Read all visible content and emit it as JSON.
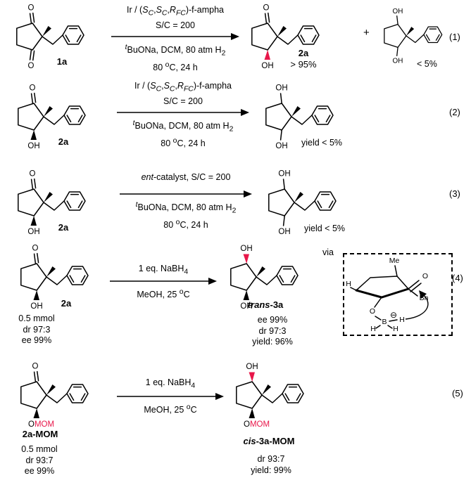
{
  "colors": {
    "highlight_red": "#e8174a"
  },
  "atoms": {
    "O": "O",
    "OH": "OH",
    "MOM": "MOM",
    "Me": "Me",
    "Bn": "Bn",
    "B": "B",
    "H": "H",
    "minus": "⊖"
  },
  "eq1": {
    "number": "(1)",
    "reactant_label": "1a",
    "cond_above": [
      "Ir / (<i>S<sub>C</sub></i>,<i>S<sub>C</sub></i>,<i>R<sub>FC</sub></i>)-f-ampha",
      "S/C = 200"
    ],
    "cond_below": [
      "<sup><i>t</i></sup>BuONa, DCM, 80 atm H<sub>2</sub>",
      "80 <sup>o</sup>C, 24 h"
    ],
    "product1_label": "2a",
    "product1_yield": "> 95%",
    "plus": "+",
    "product2_yield": "< 5%"
  },
  "eq2": {
    "number": "(2)",
    "reactant_label": "2a",
    "cond_above": [
      "Ir / (<i>S<sub>C</sub></i>,<i>S<sub>C</sub></i>,<i>R<sub>FC</sub></i>)-f-ampha",
      "S/C = 200"
    ],
    "cond_below": [
      "<sup><i>t</i></sup>BuONa, DCM, 80 atm H<sub>2</sub>",
      "80 <sup>o</sup>C, 24 h"
    ],
    "product_yield": "yield < 5%"
  },
  "eq3": {
    "number": "(3)",
    "reactant_label": "2a",
    "cond_above": [
      "<i>ent</i>-catalyst, S/C = 200"
    ],
    "cond_below": [
      "<sup><i>t</i></sup>BuONa, DCM, 80 atm H<sub>2</sub>",
      "80 <sup>o</sup>C, 24 h"
    ],
    "product_yield": "yield < 5%"
  },
  "eq4": {
    "number": "(4)",
    "reactant_label": "2a",
    "reactant_stats": [
      "0.5 mmol",
      "dr 97:3",
      "ee 99%"
    ],
    "cond_above": [
      "1 eq. NaBH<sub>4</sub>"
    ],
    "cond_below": [
      "MeOH, 25 <sup>o</sup>C"
    ],
    "product_label": "<i>trans</i>-3a",
    "product_stats": [
      "ee 99%",
      "dr 97:3",
      "yield: 96%"
    ],
    "via_label": "via"
  },
  "eq5": {
    "number": "(5)",
    "reactant_label": "2a-MOM",
    "reactant_stats": [
      "0.5 mmol",
      "dr 93:7",
      "ee 99%"
    ],
    "cond_above": [
      "1 eq. NaBH<sub>4</sub>"
    ],
    "cond_below": [
      "MeOH, 25 <sup>o</sup>C"
    ],
    "product_label": "<i>cis</i>-3a-MOM",
    "product_stats": [
      "dr 93:7",
      "yield: 99%"
    ]
  }
}
